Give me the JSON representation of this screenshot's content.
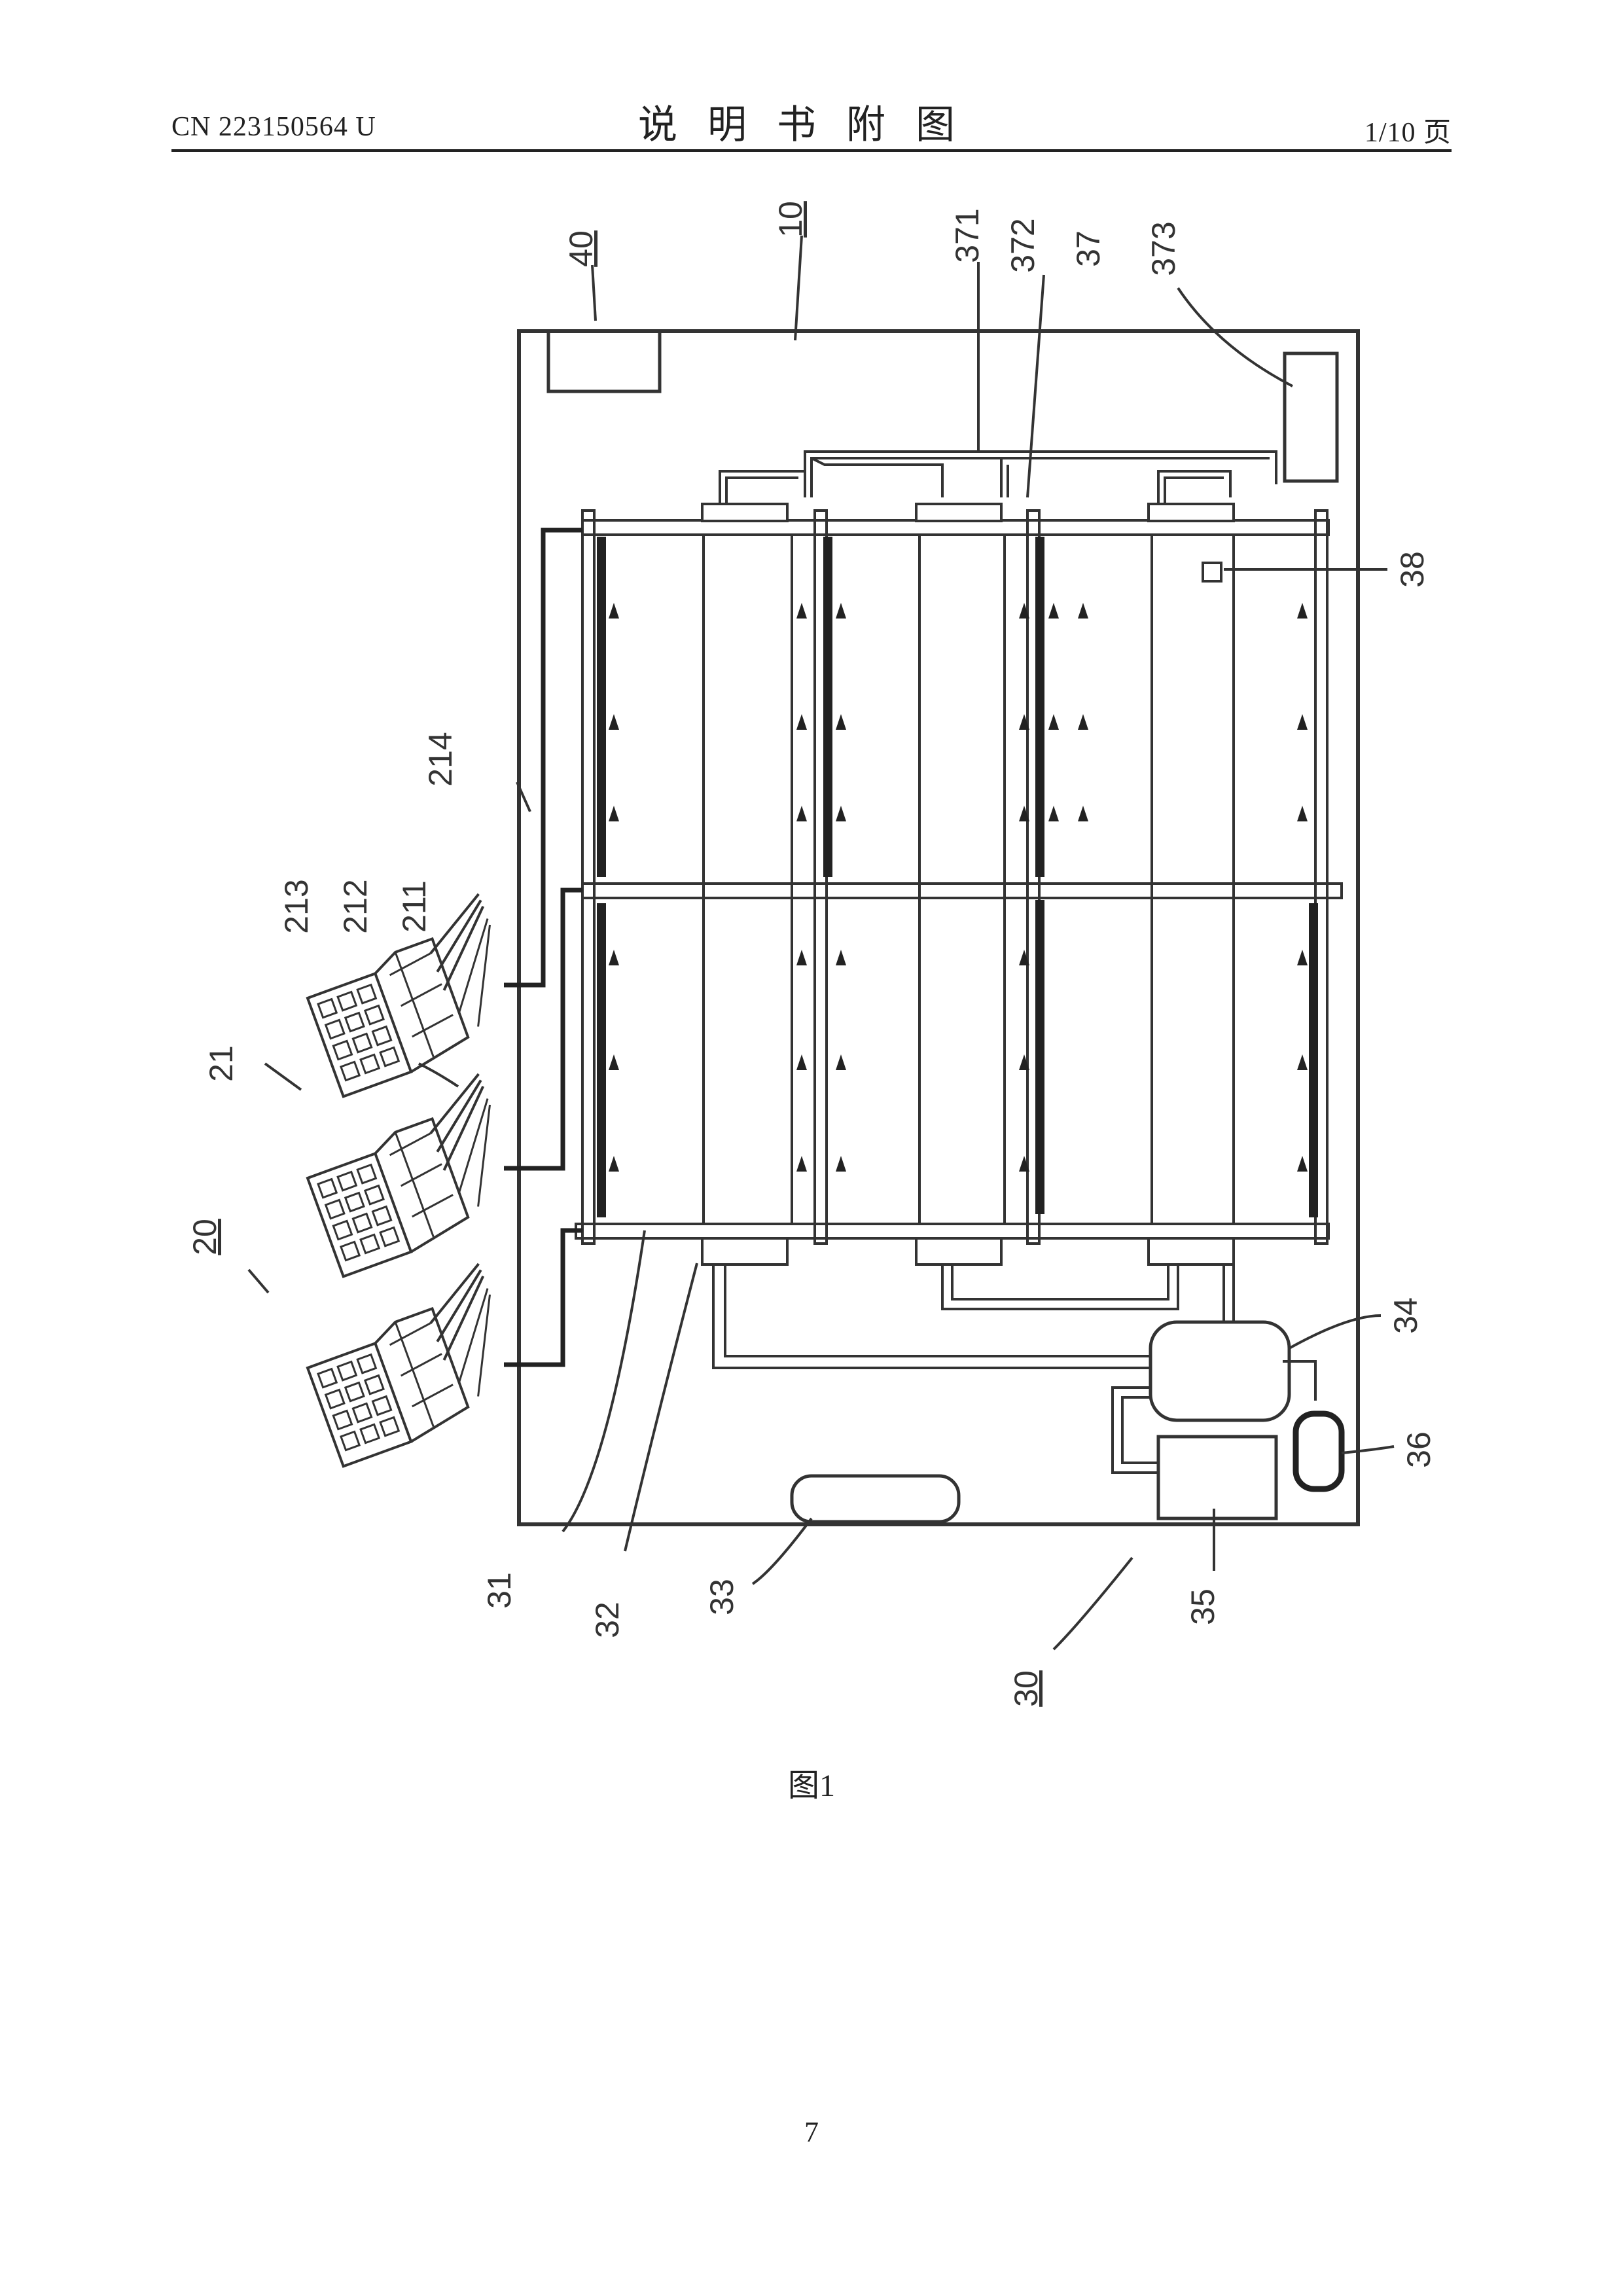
{
  "header": {
    "publication_number": "CN 223150564 U",
    "title": "说明书附图",
    "page_indicator": "1/10 页"
  },
  "figure": {
    "caption": "图1",
    "reference_labels": {
      "r10": "10",
      "r20": "20",
      "r21": "21",
      "r211": "211",
      "r212": "212",
      "r213": "213",
      "r214": "214",
      "r30": "30",
      "r31": "31",
      "r32": "32",
      "r33": "33",
      "r34": "34",
      "r35": "35",
      "r36": "36",
      "r37": "37",
      "r371": "371",
      "r372": "372",
      "r373": "373",
      "r38": "38",
      "r40": "40"
    }
  },
  "footer": {
    "page_number": "7"
  },
  "colors": {
    "ink": "#222222",
    "paper": "#ffffff"
  }
}
